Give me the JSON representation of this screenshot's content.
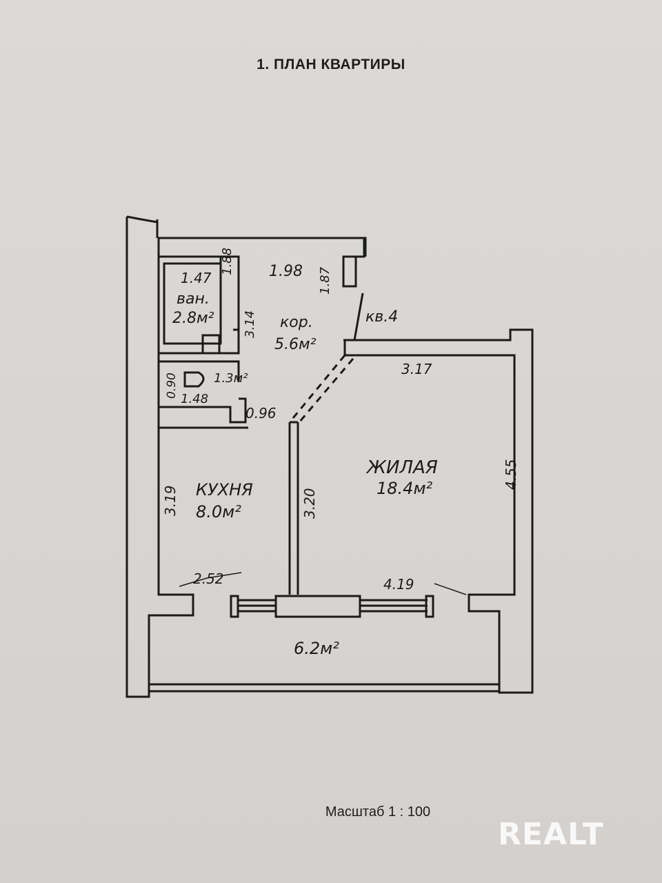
{
  "title": "1. ПЛАН КВАРТИРЫ",
  "scale_label": "Масштаб 1 : 100",
  "watermark": "REALT",
  "colors": {
    "paper": "#d9d6d3",
    "ink": "#1b1b1b"
  },
  "rooms": {
    "bathroom": {
      "name": "ван.",
      "area": "2.8м²"
    },
    "toilet": {
      "area": "1.3м²"
    },
    "corridor": {
      "name": "кор.",
      "area": "5.6м²"
    },
    "kitchen": {
      "name": "КУХНЯ",
      "area": "8.0м²"
    },
    "living": {
      "name": "ЖИЛАЯ",
      "area": "18.4м²"
    },
    "balcony": {
      "area": "6.2м²"
    }
  },
  "apartment_label": "кв.4",
  "dimensions": {
    "bath_width": "1.47",
    "bath_depth": "1.88",
    "corridor_width": "1.98",
    "corridor_depth": "1.87",
    "bath_length": "3.14",
    "toilet_depth": "0.90",
    "toilet_width": "1.48",
    "door_width": "0.96",
    "living_top": "3.17",
    "living_side": "4.55",
    "kitchen_side": "3.19",
    "kitchen_inner": "3.20",
    "kitchen_bottom": "2.52",
    "living_bottom": "4.19"
  }
}
